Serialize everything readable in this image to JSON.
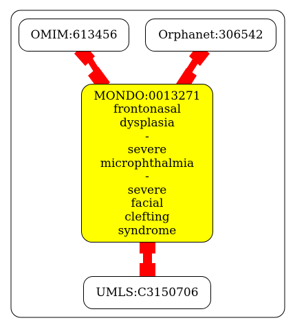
{
  "nodes": {
    "omim": {
      "label": "OMIM:613456"
    },
    "orphanet": {
      "label": "Orphanet:306542"
    },
    "mondo": {
      "lines": [
        "MONDO:0013271",
        "frontonasal",
        "dysplasia",
        "-",
        "severe",
        "microphthalmia",
        "-",
        "severe",
        "facial",
        "clefting",
        "syndrome"
      ],
      "fill": "#ffff00"
    },
    "umls": {
      "label": "UMLS:C3150706"
    }
  },
  "edges": [
    {
      "from": "OMIM:613456",
      "to": "MONDO:0013271"
    },
    {
      "from": "Orphanet:306542",
      "to": "MONDO:0013271"
    },
    {
      "from": "MONDO:0013271",
      "to": "UMLS:C3150706"
    }
  ],
  "colors": {
    "edge": "#ff0000",
    "border": "#000000",
    "background": "#ffffff"
  }
}
